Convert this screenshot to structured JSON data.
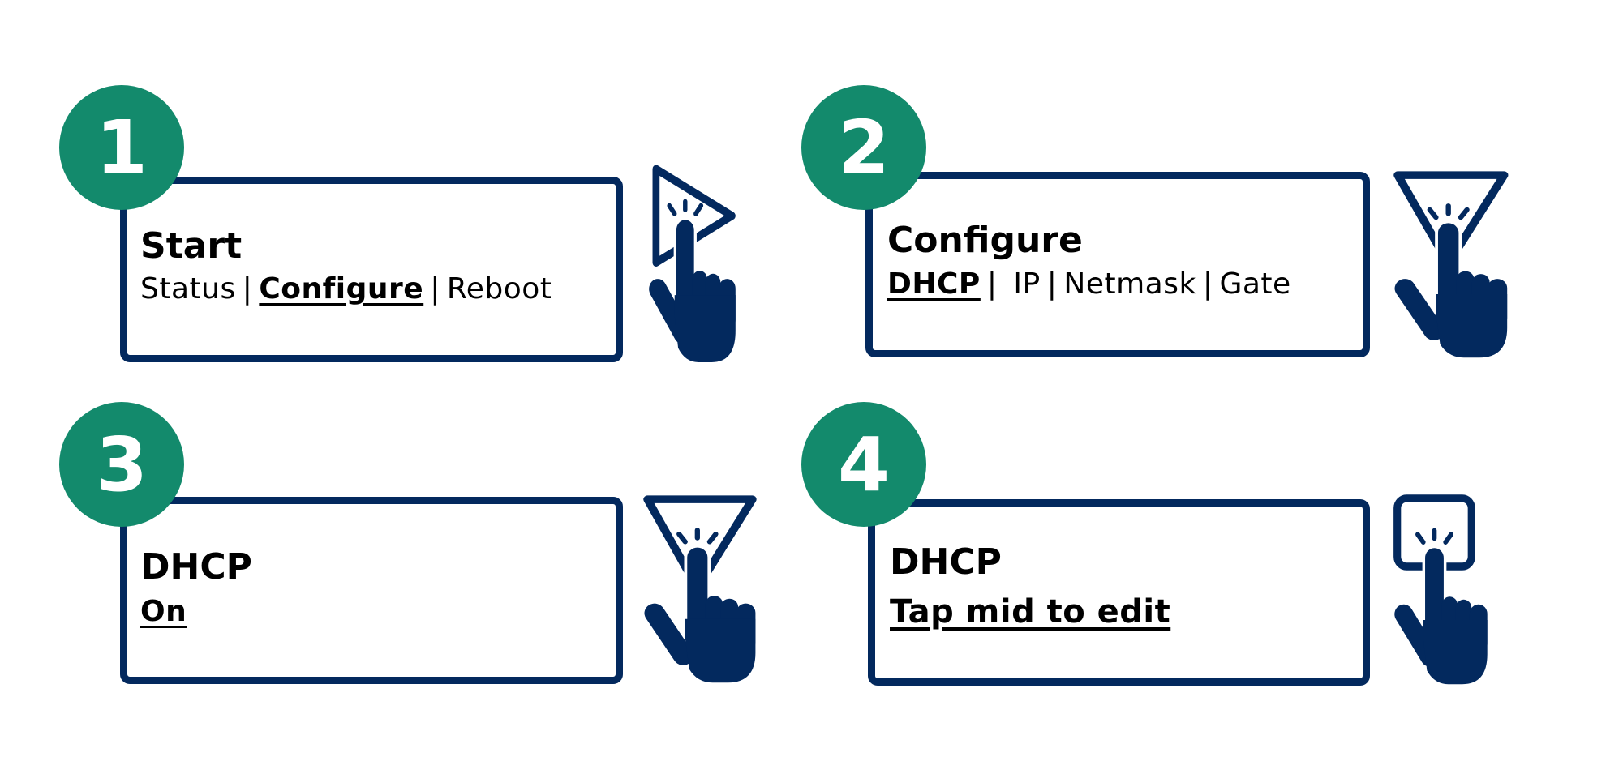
{
  "steps": [
    {
      "number": "1",
      "title": "Start",
      "options": [
        "Status",
        "Configure",
        "Reboot"
      ],
      "selected": "Configure",
      "gesture": "hand-tap-right-triangle-icon"
    },
    {
      "number": "2",
      "title": "Configure",
      "options": [
        "DHCP",
        "IP",
        "Netmask",
        "Gate"
      ],
      "selected": "DHCP",
      "gesture": "hand-tap-down-triangle-icon"
    },
    {
      "number": "3",
      "title": "DHCP",
      "options": [
        "On"
      ],
      "selected": "On",
      "gesture": "hand-tap-down-triangle-icon"
    },
    {
      "number": "4",
      "title": "DHCP",
      "options": [
        "Tap mid to edit"
      ],
      "selected": "Tap mid to edit",
      "gesture": "hand-tap-square-icon"
    }
  ],
  "colors": {
    "accent": "#138a6c",
    "navy": "#03295e"
  }
}
